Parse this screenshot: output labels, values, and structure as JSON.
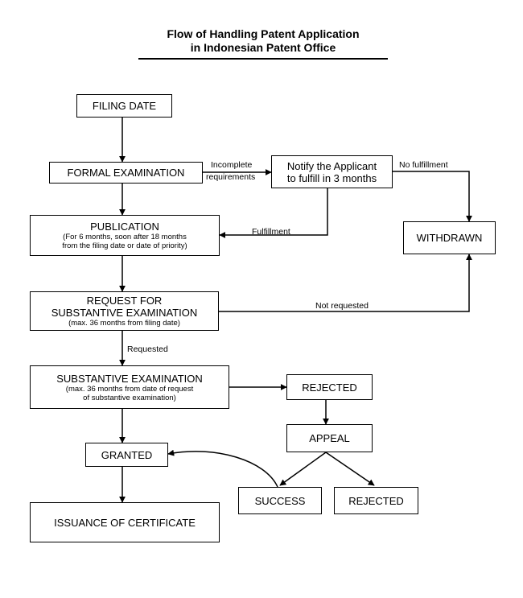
{
  "title": {
    "line1": "Flow of Handling Patent Application",
    "line2": "in Indonesian Patent Office"
  },
  "nodes": {
    "filing_date": "FILING DATE",
    "formal_examination": "FORMAL EXAMINATION",
    "notify": {
      "line1": "Notify the Applicant",
      "line2": "to fulfill in 3 months"
    },
    "withdrawn": "WITHDRAWN",
    "publication": {
      "title": "PUBLICATION",
      "line1": "(For 6 months, soon after 18 months",
      "line2": "from the filing date or date of priority)"
    },
    "request_substantive": {
      "line1": "REQUEST FOR",
      "line2": "SUBSTANTIVE EXAMINATION",
      "line3": "(max. 36 months from filing date)"
    },
    "substantive_examination": {
      "title": "SUBSTANTIVE EXAMINATION",
      "line1": "(max. 36 months from date of request",
      "line2": "of substantive examination)"
    },
    "rejected_top": "REJECTED",
    "appeal": "APPEAL",
    "granted": "GRANTED",
    "success": "SUCCESS",
    "rejected_bottom": "REJECTED",
    "issuance": "ISSUANCE OF CERTIFICATE"
  },
  "edge_labels": {
    "incomplete_line1": "Incomplete",
    "incomplete_line2": "requirements",
    "no_fulfillment": "No fulfillment",
    "fulfillment": "Fulfillment",
    "not_requested": "Not requested",
    "requested": "Requested"
  }
}
